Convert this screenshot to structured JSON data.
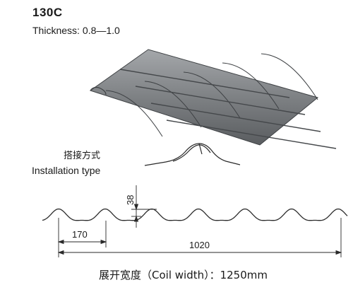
{
  "header": {
    "model": "130C",
    "thickness_label": "Thickness:",
    "thickness_value": "0.8—1.0"
  },
  "installation": {
    "label_cn": "搭接方式",
    "label_en": "Installation type"
  },
  "profile": {
    "wave_height": "38",
    "pitch": "170",
    "effective_width": "1020"
  },
  "footer": {
    "coil_width_text": "展开宽度（Coil width）：1250mm"
  },
  "colors": {
    "line": "#2a2a2a",
    "tile_base": "#8a8d90",
    "tile_dark": "#4e5154"
  }
}
